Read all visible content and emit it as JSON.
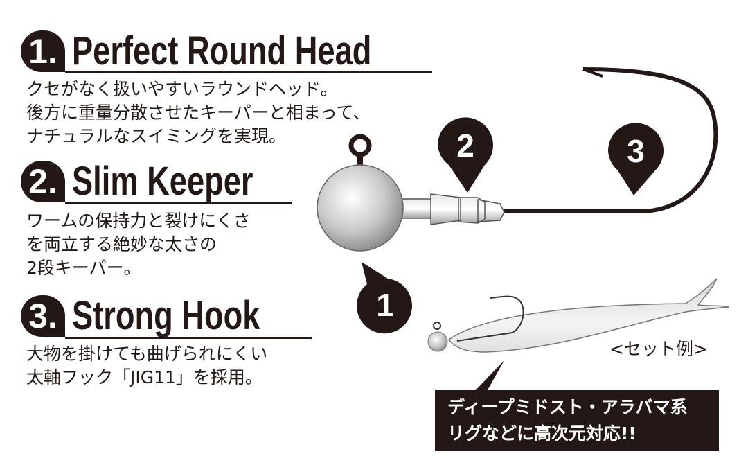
{
  "features": [
    {
      "number": "1.",
      "title": "Perfect Round Head",
      "lines": [
        "クセがなく扱いやすいラウンドヘッド。",
        "後方に重量分散させたキーパーと相まって、",
        "ナチュラルなスイミングを実現。"
      ]
    },
    {
      "number": "2.",
      "title": "Slim Keeper",
      "lines": [
        "ワームの保持力と裂けにくさ",
        "を両立する絶妙な太さの",
        "2段キーパー。"
      ]
    },
    {
      "number": "3.",
      "title": "Strong  Hook",
      "lines": [
        "大物を掛けても曲げられにくい",
        "太軸フック「JIG11」を採用。"
      ]
    }
  ],
  "markers": [
    "1",
    "2",
    "3"
  ],
  "set_example_label": "<セット例>",
  "callout": {
    "lines": [
      "ディープミドスト・アラバマ系",
      "リグなどに高次元対応!!"
    ]
  },
  "colors": {
    "ink": "#231815",
    "background": "#ffffff"
  }
}
